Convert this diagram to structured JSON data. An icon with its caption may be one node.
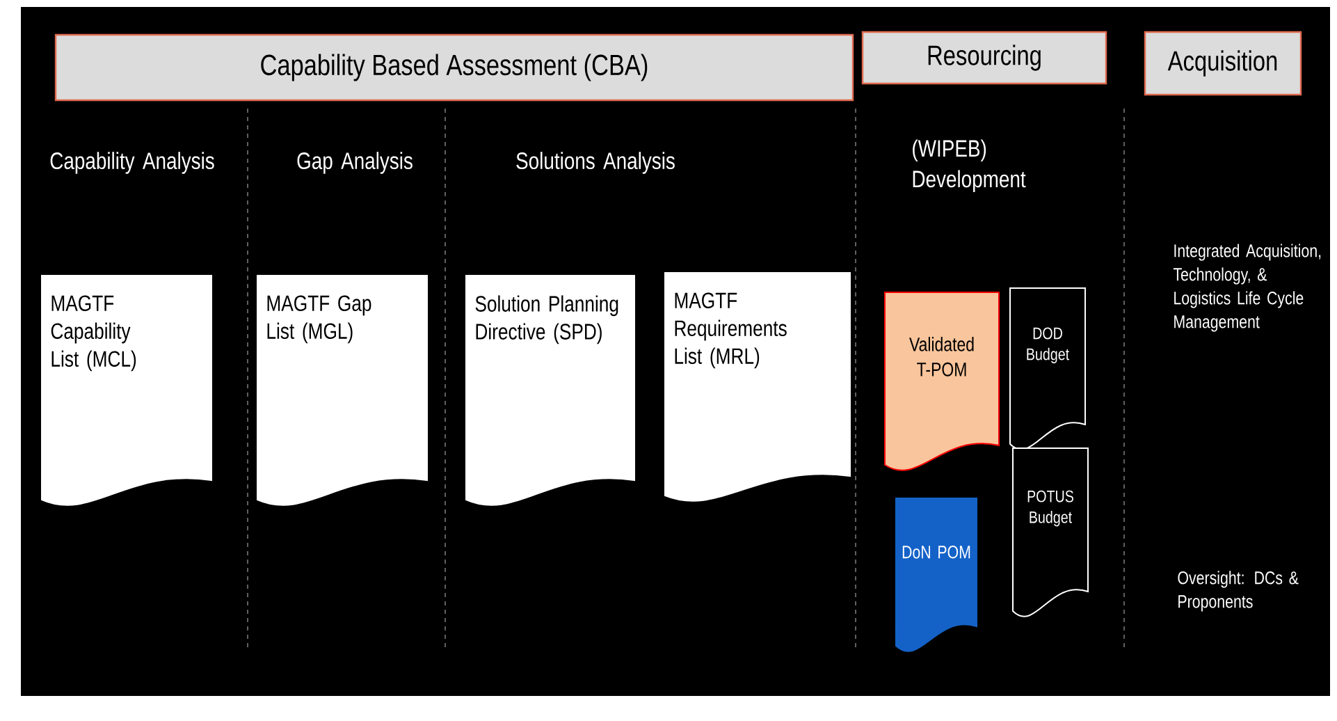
{
  "diagram": {
    "nodes": [
      {
        "text": [
          "Capability Based Assessment (CBA)"
        ]
      },
      {
        "text": [
          "Resourcing"
        ]
      },
      {
        "text": [
          "Acquisition"
        ]
      },
      {
        "text": [
          "MAGTF Capability List (MCL)"
        ]
      },
      {
        "text": [
          "MAGTF Gap List (MGL)"
        ]
      },
      {
        "text": [
          "Solution Planning Directive (SPD)"
        ]
      },
      {
        "text": [
          "MAGTF Requirements List (MRL)"
        ]
      },
      {
        "text": [
          "Validated T-POM"
        ]
      },
      {
        "text": [
          "DOD Budget"
        ]
      },
      {
        "text": [
          "DoN POM"
        ]
      },
      {
        "text": [
          "POTUS Budget"
        ]
      }
    ],
    "labels": [
      "Capability Analysis",
      "Gap Analysis",
      "Solutions Analysis",
      "(WIPEB) Development",
      "Integrated Acquisition, Technology, & Logistics Life Cycle Management",
      "Oversight: DCs & Proponents"
    ]
  }
}
